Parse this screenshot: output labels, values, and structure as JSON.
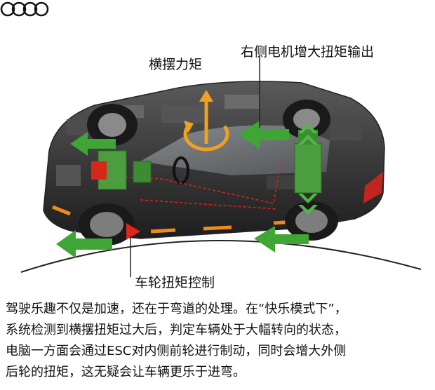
{
  "brand": {
    "logo": "four-rings"
  },
  "labels": {
    "yaw_moment": "横摆力矩",
    "right_motor": "右侧电机增大扭矩输出",
    "wheel_torque": "车轮扭矩控制"
  },
  "caption": {
    "lines": [
      "驾驶乐趣不仅是加速，还在于弯道的处理。在“快乐模式下”，",
      "系统检测到横摆扭矩过大后，判定车辆处于大幅转向的状态，",
      "电脑一方面会通过ESC对内侧前轮进行制动，同时会增大外侧",
      "后轮的扭矩，这无疑会让车辆更乐于进弯。"
    ]
  },
  "colors": {
    "arrow_green": "#3fa535",
    "brake_red": "#e0231c",
    "yaw_orange": "#f0a023",
    "body_dark": "#2e2e2e"
  }
}
